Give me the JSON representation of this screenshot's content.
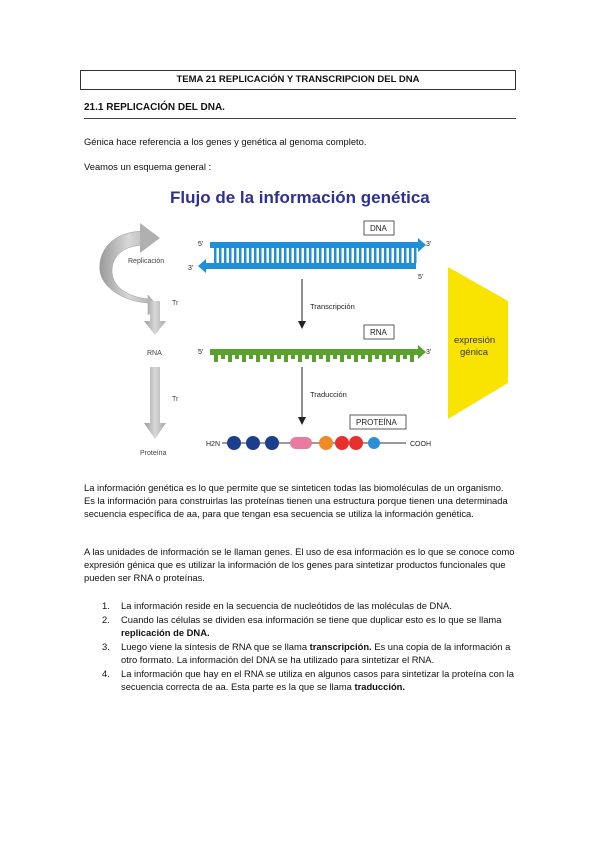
{
  "header": {
    "title": "TEMA 21 REPLICACIÓN Y TRANSCRIPCION DEL DNA"
  },
  "section": {
    "heading": "21.1 REPLICACIÓN DEL DNA."
  },
  "intro": {
    "p1": "Génica hace referencia a los genes y genética al genoma completo.",
    "p2": "Veamos un esquema general :"
  },
  "figure": {
    "title": "Flujo de la información genética",
    "left_labels": {
      "replicacion": "Replicación",
      "tr1": "Tr",
      "rna": "RNA",
      "tr2": "Tr",
      "proteina": "Proteína"
    },
    "dna_box": "DNA",
    "rna_box": "RNA",
    "protein_box": "PROTEÍNA",
    "strand_ends": {
      "top_left": "5'",
      "top_right": "3'",
      "bottom_left": "3'",
      "bottom_right": "5'",
      "rna_left": "5'",
      "rna_right": "3'"
    },
    "transcripcion": "Transcripción",
    "traduccion": "Traducción",
    "h2n": "H2N",
    "cooh": "COOH",
    "expresion_line1": "expresión",
    "expresion_line2": "génica",
    "colors": {
      "dna": "#1f8fd6",
      "rna": "#5aa02c",
      "yellow": "#f8e400",
      "arrow_grey": "#b8b8b8",
      "title": "#2e3192"
    }
  },
  "body": {
    "p3": "La información genética es lo que permite que se sinteticen todas las biomoléculas de un organismo. Es la información para construirlas las proteínas tienen una estructura porque tienen una determinada secuencia específica de aa, para que tengan esa secuencia se utiliza la información genética.",
    "p4": "A las unidades de información se le llaman genes. El uso de esa información es lo que se conoce como expresión génica que es utilizar la información de los genes para sintetizar productos funcionales que pueden ser RNA o proteínas."
  },
  "list": [
    {
      "num": "1.",
      "text": "La información reside en la secuencia de nucleótidos de las moléculas de DNA.",
      "bold": "",
      "after": ""
    },
    {
      "num": "2.",
      "text": "Cuando las células se dividen esa información se tiene que duplicar esto es lo que se llama ",
      "bold": "replicación de DNA.",
      "after": ""
    },
    {
      "num": "3.",
      "text": "Luego viene la síntesis de RNA que se llama ",
      "bold": "transcripción.",
      "after": " Es una copia de la información a otro formato. La información del DNA se ha utilizado para sintetizar el RNA."
    },
    {
      "num": "4.",
      "text": "La información que hay en el RNA se utiliza en algunos casos para sintetizar la proteína con la secuencia correcta de aa.  Esta parte es la que se llama ",
      "bold": "traducción.",
      "after": ""
    }
  ]
}
